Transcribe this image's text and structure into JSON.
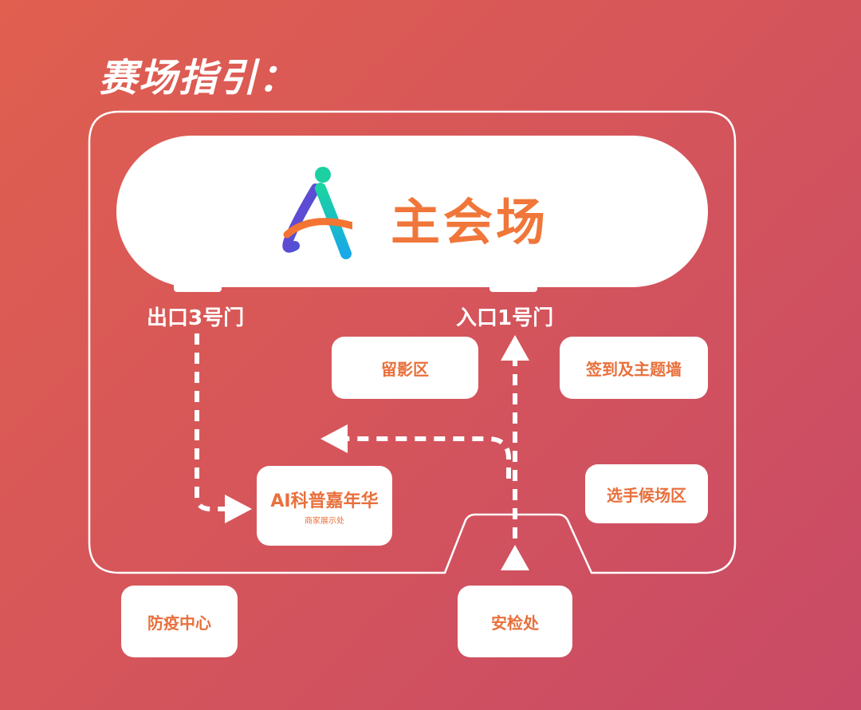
{
  "title": "赛场指引：",
  "main_hall": {
    "label": "主会场"
  },
  "gates": {
    "exit": "出口3号门",
    "entrance": "入口1号门"
  },
  "zones": {
    "photo": "留影区",
    "signin": "签到及主题墙",
    "carnival": "AI科普嘉年华",
    "carnival_sub": "商家展示处",
    "waiting": "选手候场区",
    "epidemic": "防疫中心",
    "security": "安检处"
  },
  "colors": {
    "accent": "#f0763a",
    "background_start": "#e05f4f",
    "background_end": "#c84a66"
  }
}
